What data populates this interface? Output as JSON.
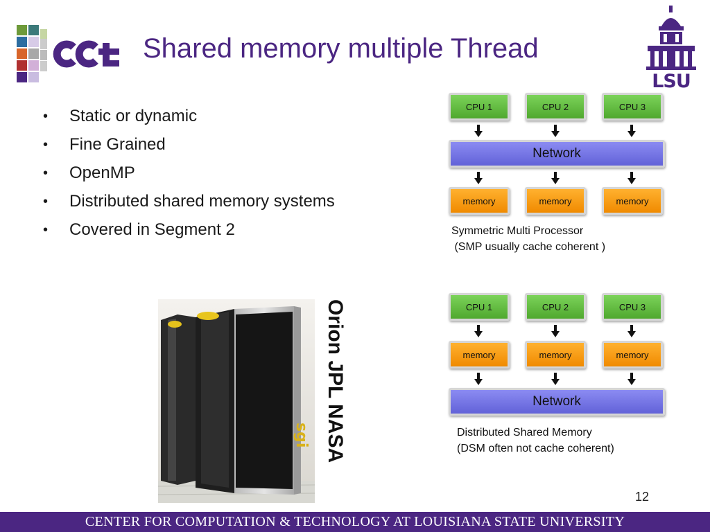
{
  "header": {
    "title": "Shared memory multiple Thread",
    "left_logo": "CCT logo",
    "right_logo": "LSU"
  },
  "bullets": [
    "Static or dynamic",
    "Fine Grained",
    "OpenMP",
    "Distributed shared memory systems",
    "Covered in Segment 2"
  ],
  "smp_diagram": {
    "cpus": [
      "CPU 1",
      "CPU 2",
      "CPU 3"
    ],
    "network": "Network",
    "memories": [
      "memory",
      "memory",
      "memory"
    ],
    "caption_line1": "Symmetric Multi Processor",
    "caption_line2": " (SMP usually cache coherent )"
  },
  "dsm_diagram": {
    "cpus": [
      "CPU 1",
      "CPU 2",
      "CPU 3"
    ],
    "memories": [
      "memory",
      "memory",
      "memory"
    ],
    "network": "Network",
    "caption_line1": "Distributed Shared Memory",
    "caption_line2": "(DSM often not cache coherent)"
  },
  "photo": {
    "label": "Orion JPL NASA",
    "brand": "sgi"
  },
  "page_number": "12",
  "footer": "CENTER FOR COMPUTATION & TECHNOLOGY AT LOUISIANA STATE UNIVERSITY",
  "colors": {
    "purple": "#4b2682",
    "cpu_green": "#5fb83c",
    "memory_orange": "#f59b12",
    "network_blue": "#7474e6"
  }
}
